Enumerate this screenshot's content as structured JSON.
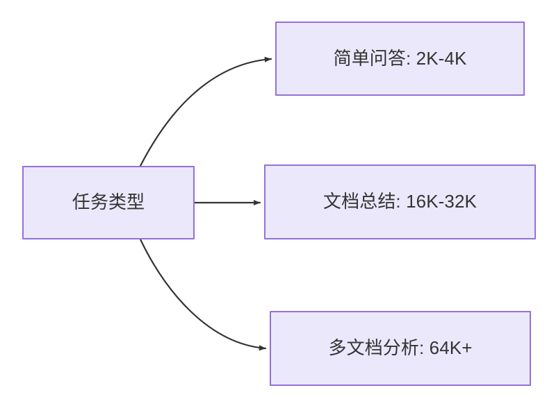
{
  "diagram": {
    "type": "flowchart",
    "direction": "left-to-right",
    "background_color": "#ffffff",
    "node_fill_color": "#ebe8fb",
    "node_border_color": "#9370db",
    "node_text_color": "#333333",
    "edge_color": "#333333",
    "root": {
      "id": "root",
      "label": "任务类型"
    },
    "branches": [
      {
        "id": "simple-qa",
        "label": "简单问答: 2K-4K",
        "task": "简单问答",
        "context_length": "2K-4K",
        "edge_style": "curved"
      },
      {
        "id": "doc-summary",
        "label": "文档总结: 16K-32K",
        "task": "文档总结",
        "context_length": "16K-32K",
        "edge_style": "straight"
      },
      {
        "id": "multidoc-analysis",
        "label": "多文档分析: 64K+",
        "task": "多文档分析",
        "context_length": "64K+",
        "edge_style": "curved"
      }
    ]
  }
}
